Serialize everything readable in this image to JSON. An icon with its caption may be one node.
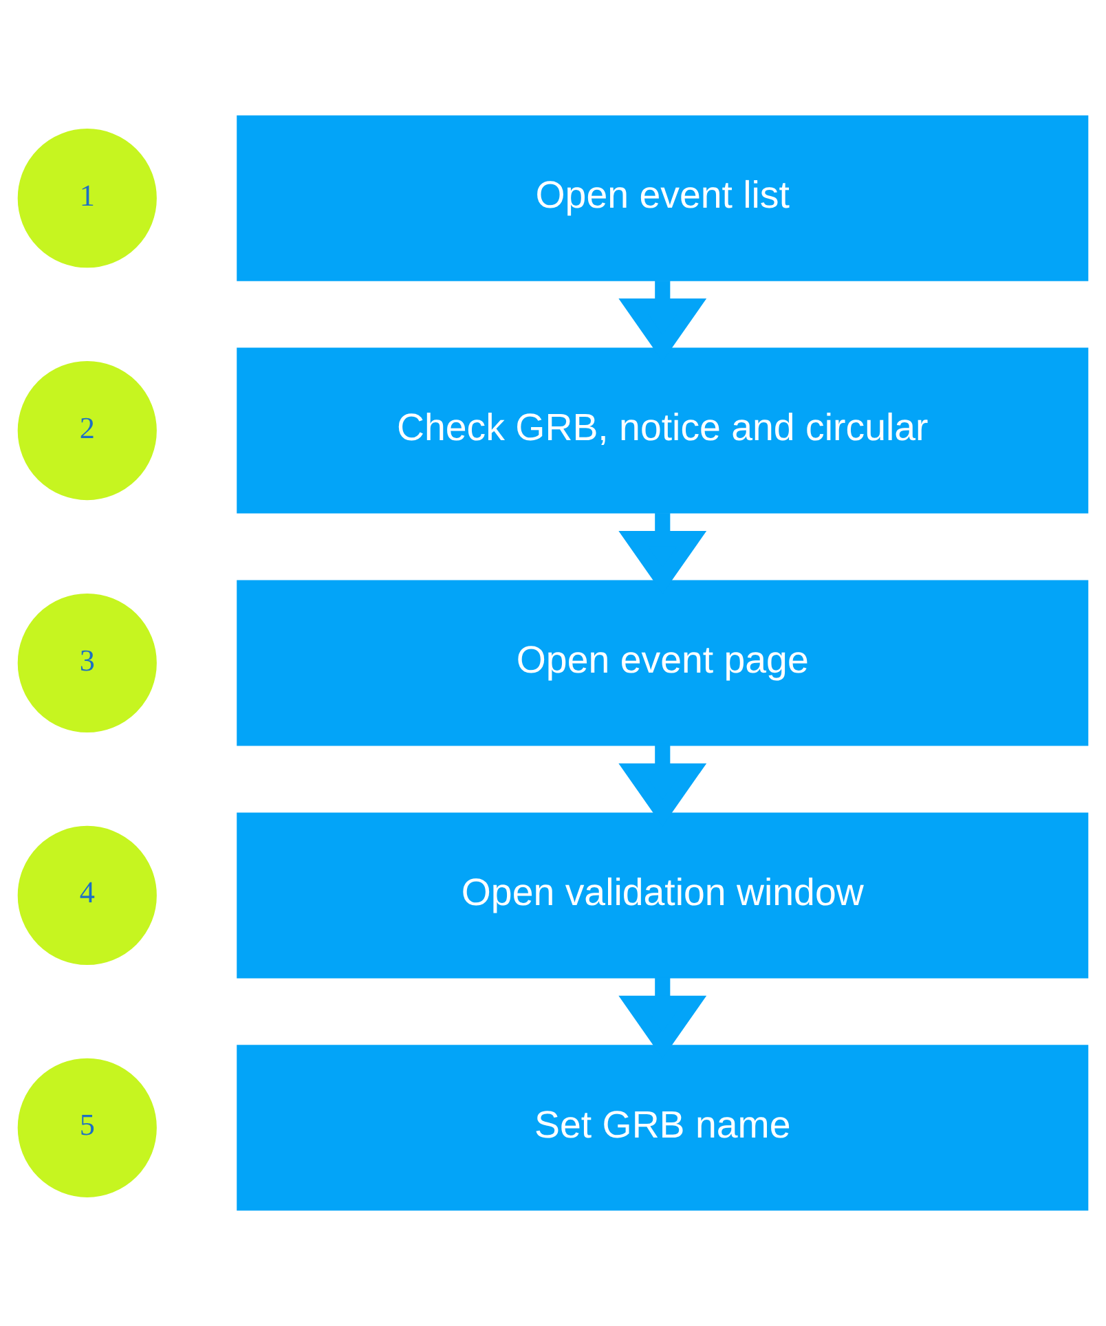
{
  "diagram": {
    "nodes": [
      {
        "text": [
          "1"
        ]
      },
      {
        "text": [
          "Open event list"
        ]
      },
      {
        "text": [
          "2"
        ]
      },
      {
        "text": [
          "Check GRB, notice and circular"
        ]
      },
      {
        "text": [
          "3"
        ]
      },
      {
        "text": [
          "Open event page"
        ]
      },
      {
        "text": [
          "4"
        ]
      },
      {
        "text": [
          "Open validation window"
        ]
      },
      {
        "text": [
          "5"
        ]
      },
      {
        "text": [
          "Set GRB name"
        ]
      }
    ],
    "edges": [
      {
        "from": 1,
        "to": 3,
        "arrow": "to"
      },
      {
        "from": 3,
        "to": 5,
        "arrow": "to"
      },
      {
        "from": 5,
        "to": 7,
        "arrow": "to"
      },
      {
        "from": 7,
        "to": 9,
        "arrow": "to"
      }
    ]
  }
}
